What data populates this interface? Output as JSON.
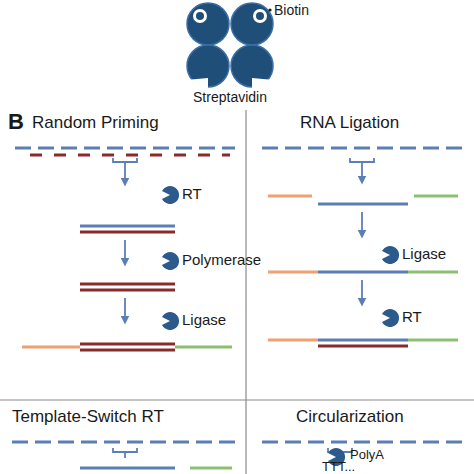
{
  "diagram": {
    "labels": [
      "Biotin",
      "Streptavidin",
      "B",
      "Random Priming",
      "RNA Ligation",
      "RT",
      "Polymerase",
      "Ligase",
      "Ligase",
      "RT",
      "Template-Switch RT",
      "Circularization",
      "PolyA",
      "TTT..."
    ]
  }
}
